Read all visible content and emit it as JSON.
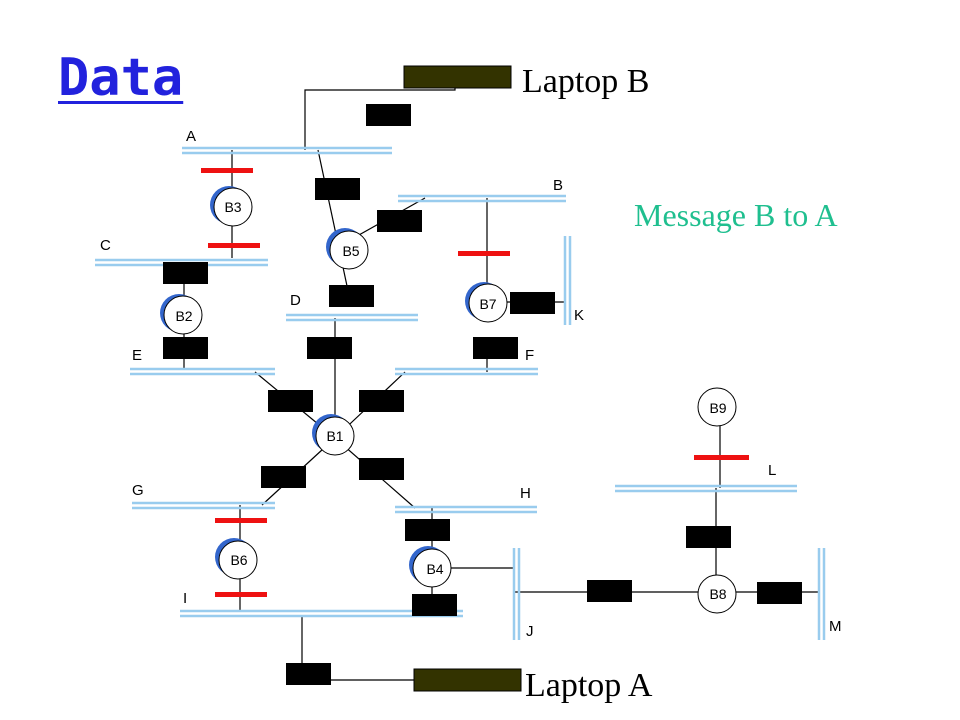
{
  "title": "Data",
  "message": "Message B to A",
  "laptops": {
    "b": "Laptop B",
    "a": "Laptop A"
  },
  "lans": [
    "A",
    "B",
    "C",
    "D",
    "E",
    "F",
    "G",
    "H",
    "I",
    "J",
    "K",
    "L",
    "M"
  ],
  "bridges": [
    "B1",
    "B2",
    "B3",
    "B4",
    "B5",
    "B6",
    "B7",
    "B8",
    "B9"
  ],
  "colors": {
    "title": "#2222dd",
    "message": "#1fbf8f",
    "lan": "#99ccee",
    "blocked_port": "#ee1111",
    "forwarding_port": "#000000",
    "laptop": "#333300",
    "bridge_shadow": "#3366cc"
  }
}
